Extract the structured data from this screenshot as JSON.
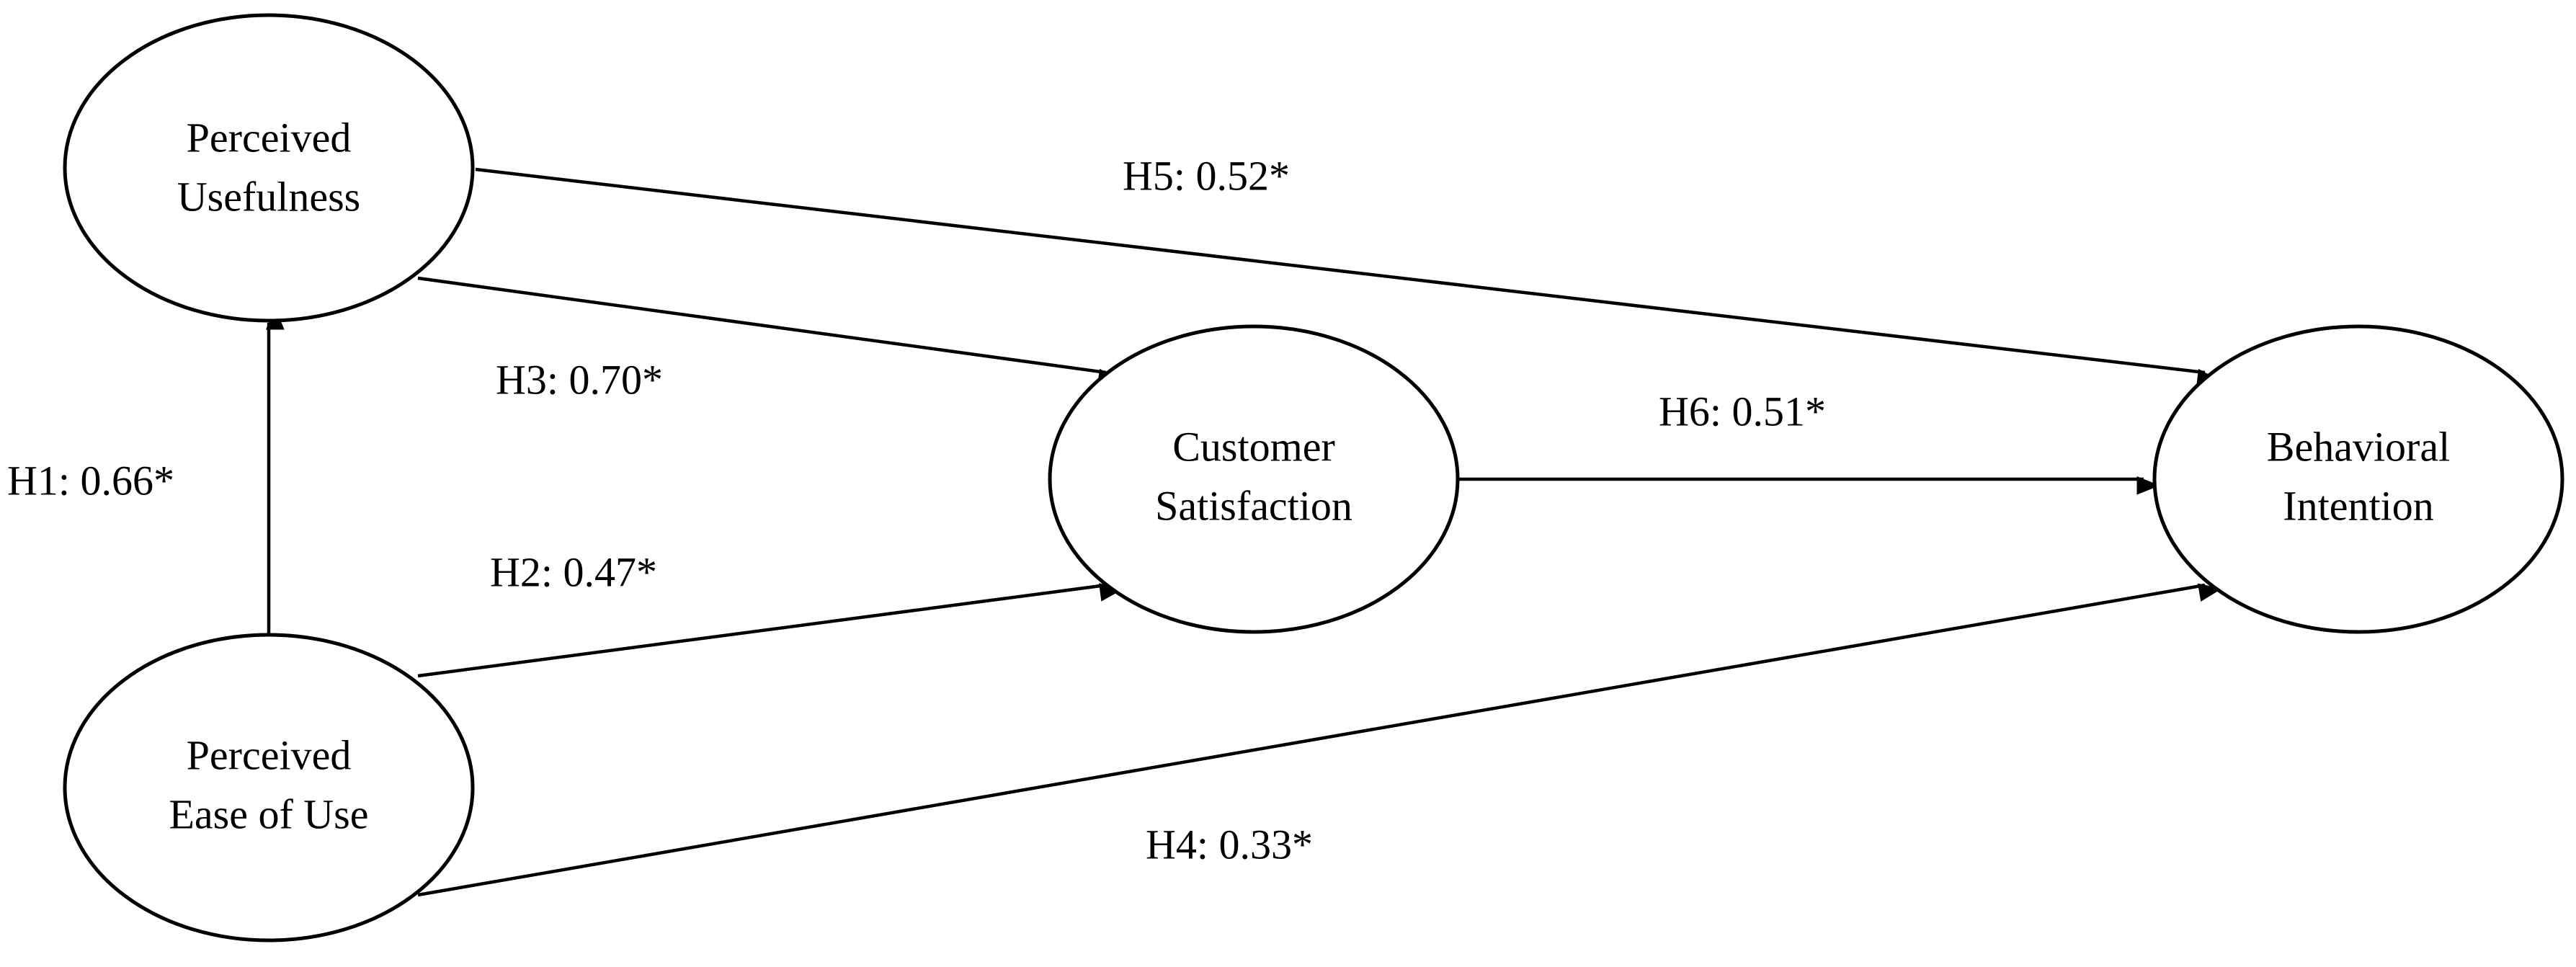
{
  "nodes": {
    "perceived_usefulness": {
      "line1": "Perceived",
      "line2": "Usefulness"
    },
    "perceived_ease_of_use": {
      "line1": "Perceived",
      "line2": "Ease of Use"
    },
    "customer_satisfaction": {
      "line1": "Customer",
      "line2": "Satisfaction"
    },
    "behavioral_intention": {
      "line1": "Behavioral",
      "line2": "Intention"
    }
  },
  "paths": {
    "h1": {
      "label": "H1: 0.66*",
      "from": "Perceived Ease of Use",
      "to": "Perceived Usefulness"
    },
    "h2": {
      "label": "H2: 0.47*",
      "from": "Perceived Ease of Use",
      "to": "Customer Satisfaction"
    },
    "h3": {
      "label": "H3: 0.70*",
      "from": "Perceived Usefulness",
      "to": "Customer Satisfaction"
    },
    "h4": {
      "label": "H4: 0.33*",
      "from": "Perceived Ease of Use",
      "to": "Behavioral Intention"
    },
    "h5": {
      "label": "H5: 0.52*",
      "from": "Perceived Usefulness",
      "to": "Behavioral Intention"
    },
    "h6": {
      "label": "H6: 0.51*",
      "from": "Customer Satisfaction",
      "to": "Behavioral Intention"
    }
  },
  "colors": {
    "stroke": "#000000",
    "fill": "#ffffff",
    "text": "#000000"
  }
}
